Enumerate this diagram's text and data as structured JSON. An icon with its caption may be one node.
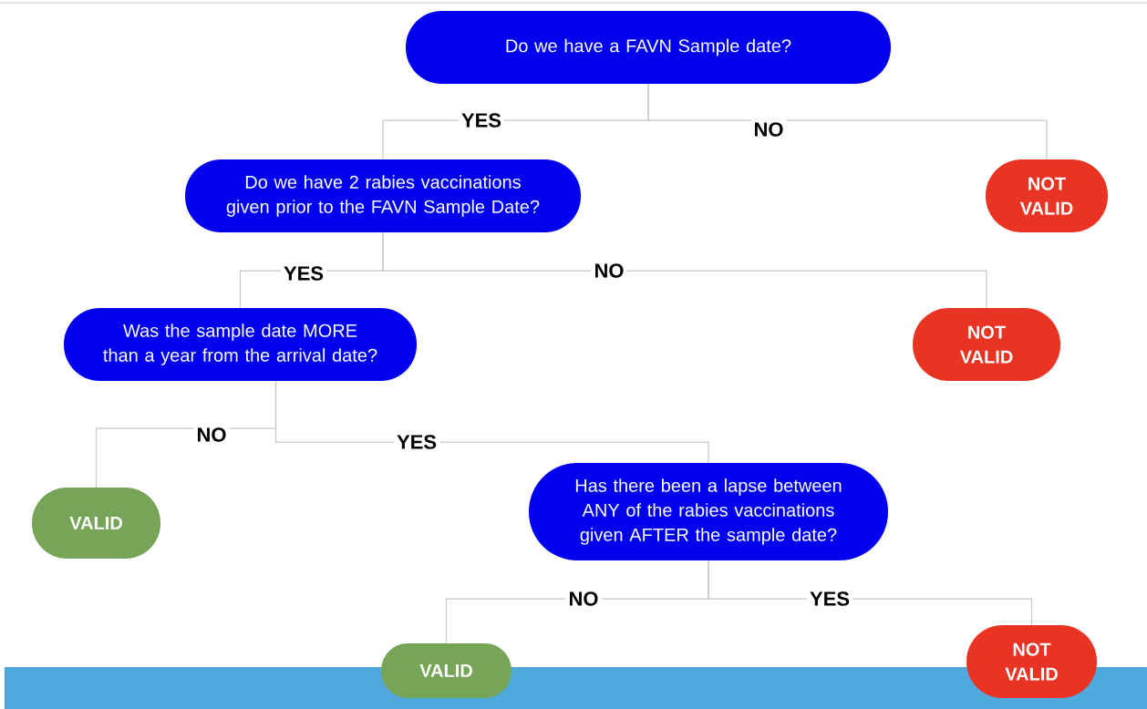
{
  "diagram": {
    "nodes": [
      {
        "text": [
          "Do we have a FAVN Sample date?"
        ]
      },
      {
        "text": [
          "Do we have 2 rabies vaccinations given prior to the FAVN Sample Date?"
        ]
      },
      {
        "text": [
          "NOT VALID"
        ]
      },
      {
        "text": [
          "Was the sample date MORE than a year from the arrival date?"
        ]
      },
      {
        "text": [
          "NOT VALID"
        ]
      },
      {
        "text": [
          "VALID"
        ]
      },
      {
        "text": [
          "Has there been a lapse between ANY of the rabies vaccinations given AFTER the sample date?"
        ]
      },
      {
        "text": [
          "VALID"
        ]
      },
      {
        "text": [
          "NOT VALID"
        ]
      }
    ],
    "edges": [
      {
        "from": 0,
        "to": 1,
        "arrow": "none",
        "label": "YES"
      },
      {
        "from": 0,
        "to": 2,
        "arrow": "none",
        "label": "NO"
      },
      {
        "from": 1,
        "to": 3,
        "arrow": "none",
        "label": "YES"
      },
      {
        "from": 1,
        "to": 4,
        "arrow": "none",
        "label": "NO"
      },
      {
        "from": 3,
        "to": 5,
        "arrow": "none",
        "label": "NO"
      },
      {
        "from": 3,
        "to": 6,
        "arrow": "none",
        "label": "YES"
      },
      {
        "from": 6,
        "to": 7,
        "arrow": "none",
        "label": "NO"
      },
      {
        "from": 6,
        "to": 8,
        "arrow": "none",
        "label": "YES"
      }
    ]
  }
}
